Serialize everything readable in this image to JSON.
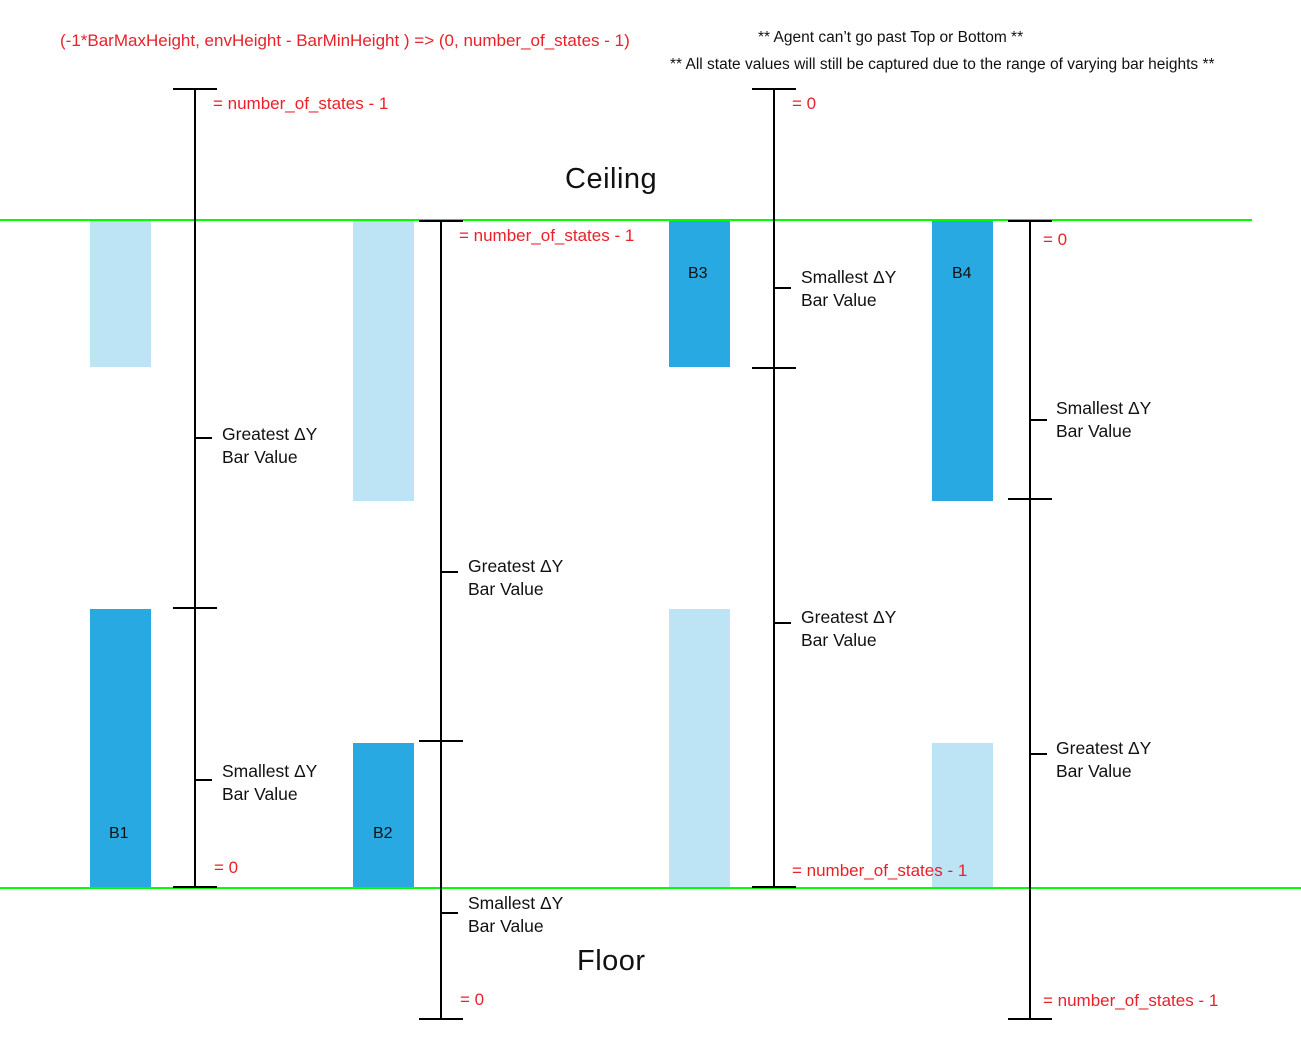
{
  "header": {
    "formula": "(-1*BarMaxHeight, envHeight - BarMinHeight )  => (0, number_of_states - 1)",
    "note_1": "** Agent can’t go past Top or Bottom **",
    "note_2": "** All state values will still be captured due to the range of varying bar heights **"
  },
  "regions": {
    "ceiling": "Ceiling",
    "floor": "Floor"
  },
  "bars": [
    {
      "label": "B1"
    },
    {
      "label": "B2"
    },
    {
      "label": "B3"
    },
    {
      "label": "B4"
    }
  ],
  "scales": [
    {
      "top_value": "= number_of_states - 1",
      "bottom_value": "= 0",
      "upper_segment": [
        "Greatest ΔY",
        "Bar Value"
      ],
      "lower_segment": [
        "Smallest ΔY",
        "Bar Value"
      ]
    },
    {
      "top_value": "= number_of_states - 1",
      "bottom_value": "= 0",
      "upper_segment": [
        "Greatest ΔY",
        "Bar Value"
      ],
      "lower_segment": [
        "Smallest ΔY",
        "Bar Value"
      ]
    },
    {
      "top_value": "= 0",
      "bottom_value": "= number_of_states - 1",
      "upper_segment": [
        "Smallest ΔY",
        "Bar Value"
      ],
      "lower_segment": [
        "Greatest ΔY",
        "Bar Value"
      ]
    },
    {
      "top_value": "= 0",
      "bottom_value": "= number_of_states - 1",
      "upper_segment": [
        "Smallest ΔY",
        "Bar Value"
      ],
      "lower_segment": [
        "Greatest ΔY",
        "Bar Value"
      ]
    }
  ],
  "colors": {
    "bar_solid": "#29a9e1",
    "bar_light": "#bde4f4",
    "boundary": "#00ff00",
    "value_text": "#e8212b",
    "axis": "#000000"
  }
}
